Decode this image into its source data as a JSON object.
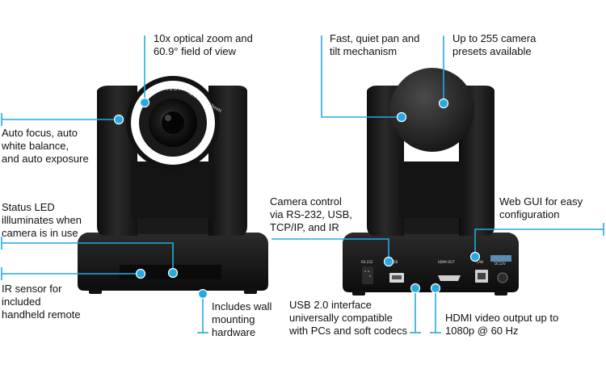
{
  "callouts": {
    "zoom": "10x optical zoom and\n60.9° field of view",
    "autofocus": "Auto focus, auto\nwhite balance,\nand auto exposure",
    "status_led": "Status LED\nillluminates when\ncamera is in use",
    "ir_sensor": "IR sensor for\nincluded\nhandheld remote",
    "wall_mount": "Includes wall\nmounting\nhardware",
    "pan_tilt": "Fast, quiet pan and\ntilt mechanism",
    "presets": "Up to 255 camera\npresets available",
    "camera_control": "Camera control\nvia RS-232, USB,\nTCP/IP, and IR",
    "web_gui": "Web GUI for easy\nconfiguration",
    "usb": "USB 2.0 interface\nuniversally compatible\nwith PCs and soft codecs",
    "hdmi": "HDMI video output up to\n1080p @ 60 Hz"
  },
  "lens_text": {
    "zoom_marking": "10X Zoom",
    "aperture": "F1.6-F3.0",
    "focal": "f4.7mm-f47mm"
  },
  "port_labels": {
    "rs232": "RS-232",
    "usb": "USB",
    "hdmi_out": "HDMI OUT",
    "lan": "LAN",
    "dc": "DC12V"
  },
  "colors": {
    "accent": "#27a9e1",
    "camera_body": "#1c1c1c"
  }
}
